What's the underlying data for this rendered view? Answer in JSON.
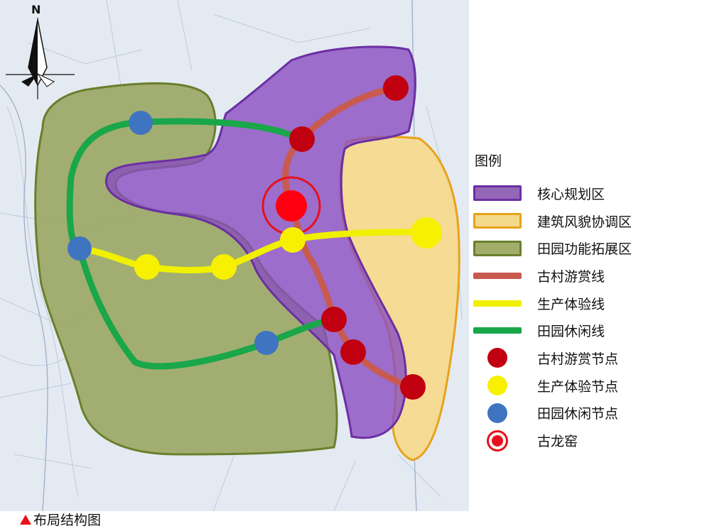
{
  "north_label": "N",
  "caption": "布局结构图",
  "legend": {
    "title": "图例",
    "items": [
      {
        "key": "core",
        "label": "核心规划区",
        "kind": "area",
        "fill": "#9466b8",
        "stroke": "#6b2fa3"
      },
      {
        "key": "buffer",
        "label": "建筑风貌协调区",
        "kind": "area",
        "fill": "#f4d98a",
        "stroke": "#e8a21c"
      },
      {
        "key": "field",
        "label": "田园功能拓展区",
        "kind": "area",
        "fill": "#a3ad6a",
        "stroke": "#6a7f2c"
      },
      {
        "key": "route-village",
        "label": "古村游赏线",
        "kind": "line",
        "color": "#c85a4f"
      },
      {
        "key": "route-production",
        "label": "生产体验线",
        "kind": "line",
        "color": "#f0f000"
      },
      {
        "key": "route-leisure",
        "label": "田园休闲线",
        "kind": "line",
        "color": "#1aa64a"
      },
      {
        "key": "node-village",
        "label": "古村游赏节点",
        "kind": "dot",
        "color": "#c00010"
      },
      {
        "key": "node-production",
        "label": "生产体验节点",
        "kind": "dot",
        "color": "#f7f000"
      },
      {
        "key": "node-leisure",
        "label": "田园休闲节点",
        "kind": "dot",
        "color": "#3f74c0"
      },
      {
        "key": "kiln",
        "label": "古龙窑",
        "kind": "ring",
        "color": "#e8101a"
      }
    ]
  },
  "colors": {
    "caption_triangle": "#e8101a",
    "map_background": "#e3e9f1"
  }
}
